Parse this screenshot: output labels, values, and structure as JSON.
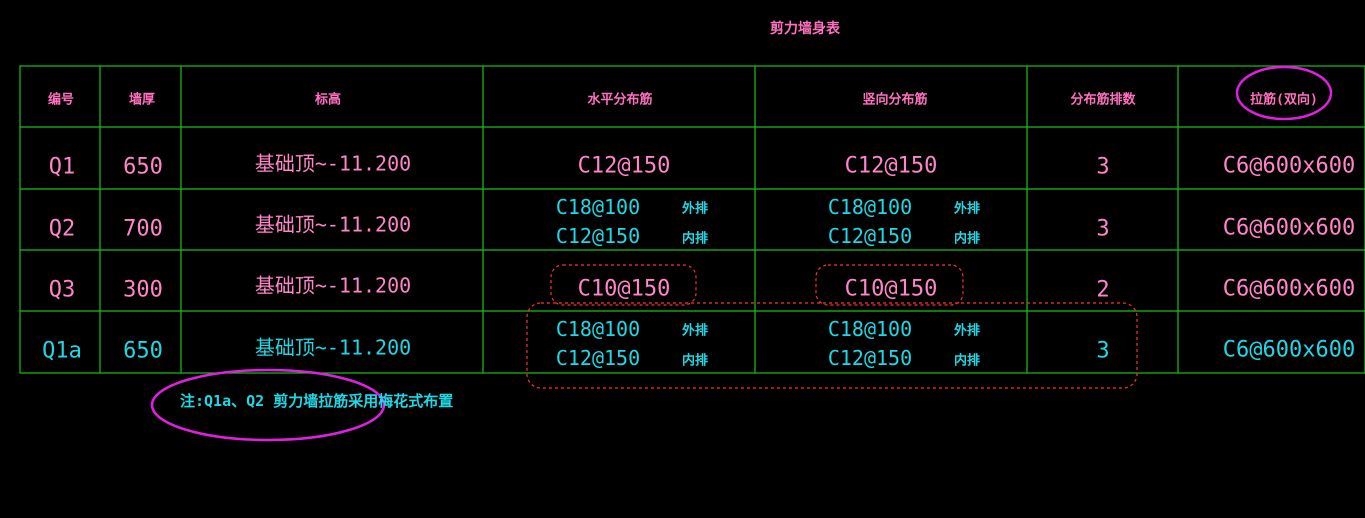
{
  "title": "剪力墙身表",
  "headers": [
    "编号",
    "墙厚",
    "标高",
    "水平分布筋",
    "竖向分布筋",
    "分布筋排数",
    "拉筋(双向)"
  ],
  "rows": [
    {
      "id": "Q1",
      "thick": "650",
      "elev": "基础顶~-11.200",
      "horiz_1": "C12@150",
      "horiz_2": "",
      "vert_1": "C12@150",
      "vert_2": "",
      "layers": "3",
      "tie": "C6@600x600"
    },
    {
      "id": "Q2",
      "thick": "700",
      "elev": "基础顶~-11.200",
      "horiz_1": "C18@100",
      "horiz_2": "C12@150",
      "vert_1": "C18@100",
      "vert_2": "C12@150",
      "layers": "3",
      "tie": "C6@600x600"
    },
    {
      "id": "Q3",
      "thick": "300",
      "elev": "基础顶~-11.200",
      "horiz_1": "C10@150",
      "horiz_2": "",
      "vert_1": "C10@150",
      "vert_2": "",
      "layers": "2",
      "tie": "C6@600x600"
    },
    {
      "id": "Q1a",
      "thick": "650",
      "elev": "基础顶~-11.200",
      "horiz_1": "C18@100",
      "horiz_2": "C12@150",
      "vert_1": "C18@100",
      "vert_2": "C12@150",
      "layers": "3",
      "tie": "C6@600x600"
    }
  ],
  "layer_outer": "外排",
  "layer_inner": "内排",
  "note": "注:Q1a、Q2 剪力墙拉筋采用梅花式布置",
  "colors": {
    "grid": "#18c018",
    "pink": "#ff85c8",
    "cyan": "#1fd8e6",
    "revision": "#ff3030",
    "markup": "#e020e0"
  }
}
